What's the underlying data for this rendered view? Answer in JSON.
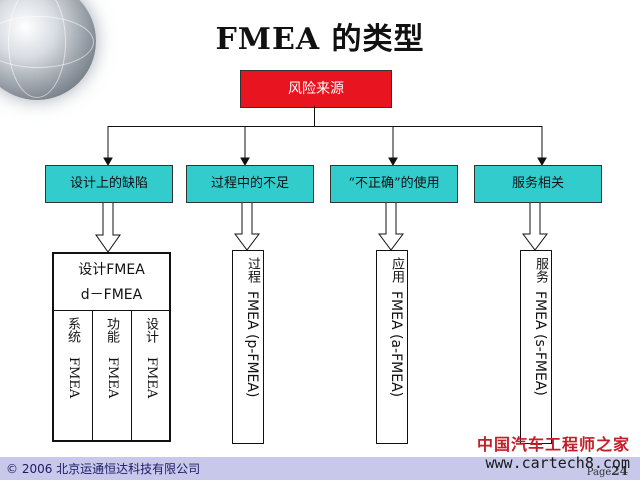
{
  "title": "FMEA 的类型",
  "root": "风险来源",
  "categories": [
    "设计上的缺陷",
    "过程中的不足",
    "“不正确”的使用",
    "服务相关"
  ],
  "design": {
    "line1": "设计FMEA",
    "line2": "d－FMEA",
    "columns": [
      {
        "name": "系统",
        "fmea": "FMEA"
      },
      {
        "name": "功能",
        "fmea": "FMEA"
      },
      {
        "name": "设计",
        "fmea": "FMEA"
      }
    ]
  },
  "vboxes": [
    {
      "label": "过程",
      "fmea": "FMEA (p-FMEA)"
    },
    {
      "label": "应用",
      "fmea": "FMEA (a-FMEA)"
    },
    {
      "label": "服务",
      "fmea": "FMEA (s-FMEA)"
    }
  ],
  "footer": {
    "copyright": "© 2006 北京运通恒达科技有限公司",
    "page_prefix": "Page",
    "page_number": "24"
  },
  "watermark": {
    "line1": "中国汽车工程师之家",
    "line2": "www.cartech8.com"
  }
}
